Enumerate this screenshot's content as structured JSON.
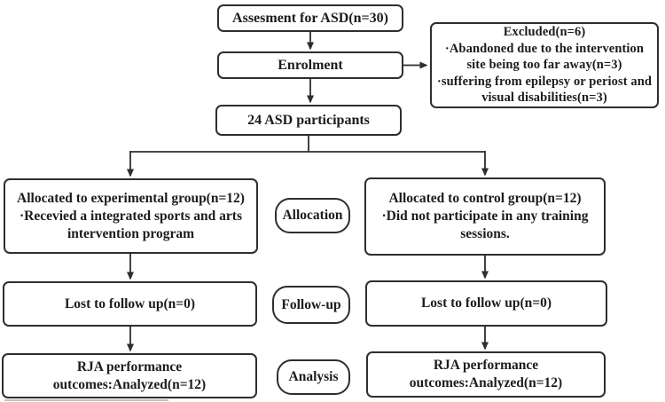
{
  "flowchart": {
    "assessment": {
      "label": "Assesment for ASD(n=30)"
    },
    "enrolment": {
      "label": "Enrolment"
    },
    "excluded": {
      "lines": [
        "Excluded(n=6)",
        "·Abandoned due to the intervention",
        "site being too far away(n=3)",
        "·suffering from epilepsy or periost and",
        "visual disabilities(n=3)"
      ]
    },
    "participants": {
      "label": "24 ASD participants"
    },
    "experimental_group": {
      "lines": [
        "Allocated to experimental group(n=12)",
        "·Recevied a integrated sports and arts",
        "intervention program"
      ]
    },
    "control_group": {
      "lines": [
        "Allocated to control group(n=12)",
        "·Did not participate in any training",
        "sessions."
      ]
    },
    "stages": {
      "allocation": "Allocation",
      "follow_up": "Follow-up",
      "analysis": "Analysis"
    },
    "lost_left": {
      "label": "Lost to follow up(n=0)"
    },
    "lost_right": {
      "label": "Lost to follow up(n=0)"
    },
    "rja_left": {
      "lines": [
        "RJA performance",
        "outcomes:Analyzed(n=12)"
      ]
    },
    "rja_right": {
      "lines": [
        "RJA performance",
        "outcomes:Analyzed(n=12)"
      ]
    }
  },
  "colors": {
    "line": "#2e2e2e",
    "text": "#1c1c1c",
    "background": "#ffffff"
  }
}
